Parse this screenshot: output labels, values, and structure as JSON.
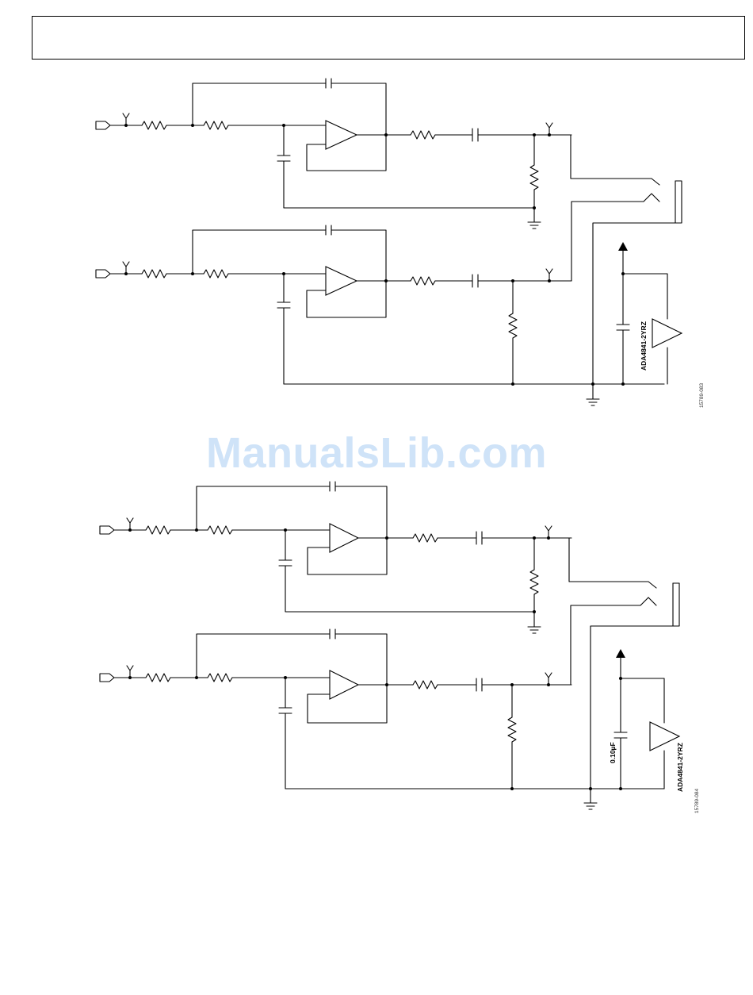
{
  "watermark": "ManualsLib.com",
  "figures": [
    {
      "ic_label": "ADA4841-2YRZ",
      "cap_label": "",
      "figure_code": "15789-083"
    },
    {
      "ic_label": "ADA4841-2YRZ",
      "cap_label": "0.10µF",
      "figure_code": "15789-084"
    }
  ]
}
